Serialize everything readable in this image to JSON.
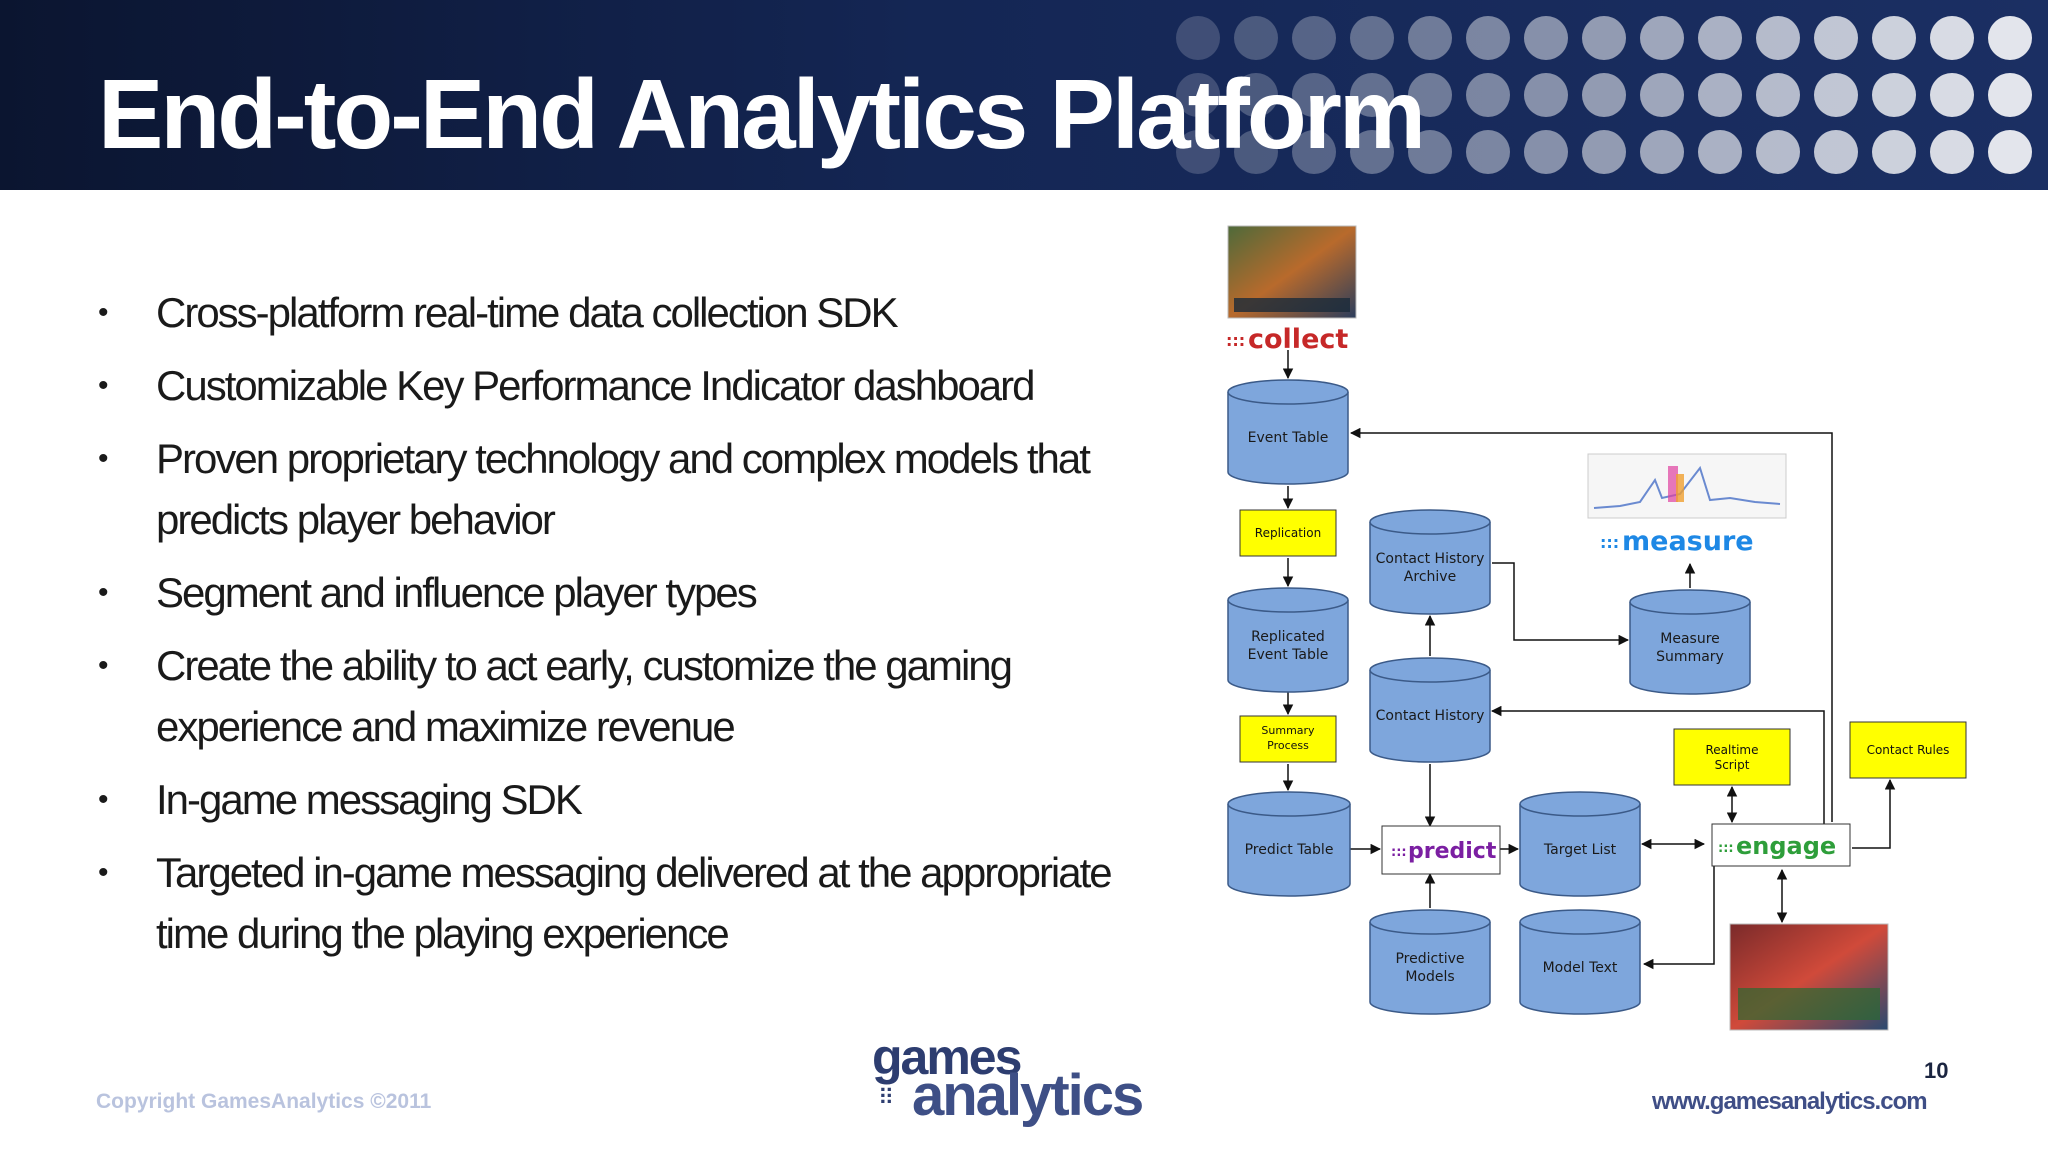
{
  "slide": {
    "title": "End-to-End Analytics Platform",
    "bullets": [
      "Cross-platform real-time data collection SDK",
      "Customizable Key Performance Indicator dashboard",
      "Proven proprietary technology and complex models that predicts player behavior",
      "Segment and influence player types",
      "Create the ability to act early, customize the gaming experience and maximize revenue",
      "In-game messaging SDK",
      "Targeted in-game messaging delivered at the appropriate time during the playing experience"
    ],
    "bullet_symbol": "•",
    "copyright": "Copyright GamesAnalytics ©2011",
    "logo": {
      "line1": "games",
      "line2": "analytics"
    },
    "website": "www.gamesanalytics.com",
    "page_number": "10"
  },
  "diagram": {
    "brands": {
      "collect": "collect",
      "measure": "measure",
      "predict": "predict",
      "engage": "engage",
      "prefix": ":::"
    },
    "nodes": {
      "event_table": "Event Table",
      "replication": "Replication",
      "replicated_event_table": [
        "Replicated",
        "Event Table"
      ],
      "summary_process": [
        "Summary",
        "Process"
      ],
      "predict_table": "Predict Table",
      "contact_history_archive": [
        "Contact History",
        "Archive"
      ],
      "contact_history": "Contact History",
      "measure_summary": [
        "Measure",
        "Summary"
      ],
      "realtime_script": [
        "Realtime",
        "Script"
      ],
      "contact_rules": "Contact Rules",
      "target_list": "Target List",
      "predictive_models": [
        "Predictive",
        "Models"
      ],
      "model_text": "Model Text"
    }
  },
  "colors": {
    "header_dark": "#0b1530",
    "header_mid": "#1b2f63",
    "cylinder_fill": "#7ea6dc",
    "cylinder_stroke": "#3b5a88",
    "process_fill": "#ffff00",
    "collect_red": "#c62828",
    "measure_blue": "#1e88e5",
    "predict_purple": "#7b1fa2",
    "engage_green": "#2e9e3a",
    "footer_blue": "#3f4e86"
  }
}
